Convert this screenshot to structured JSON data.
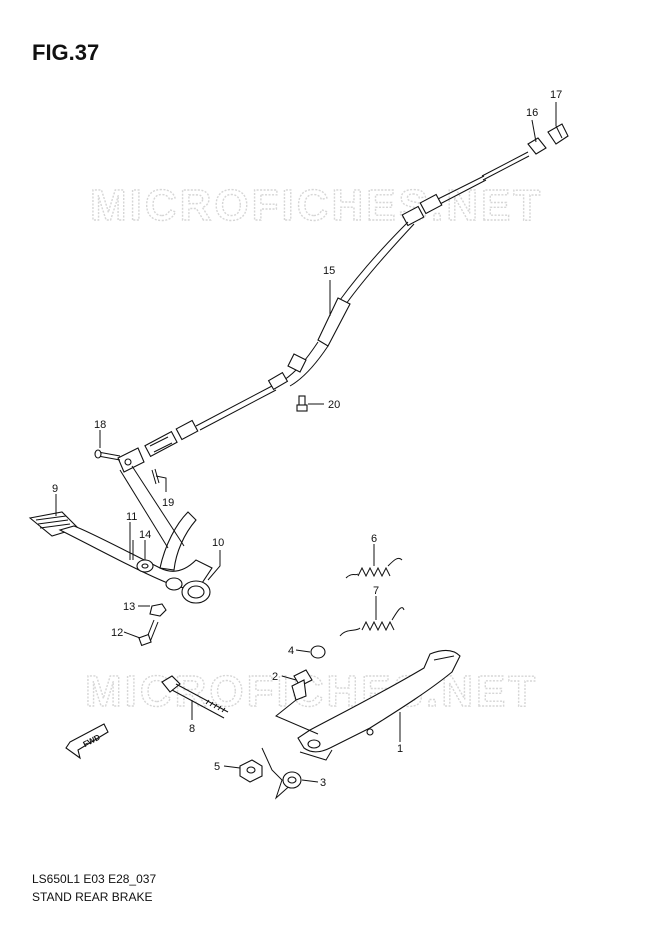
{
  "figure": {
    "title": "FIG.37",
    "code": "LS650L1 E03 E28_037",
    "description": "STAND REAR BRAKE"
  },
  "watermark": {
    "text": "MICROFICHES.NET"
  },
  "fwd_label": "FWD",
  "callouts": [
    "1",
    "2",
    "3",
    "4",
    "5",
    "6",
    "7",
    "8",
    "9",
    "10",
    "11",
    "12",
    "13",
    "14",
    "15",
    "16",
    "17",
    "18",
    "19",
    "20"
  ]
}
